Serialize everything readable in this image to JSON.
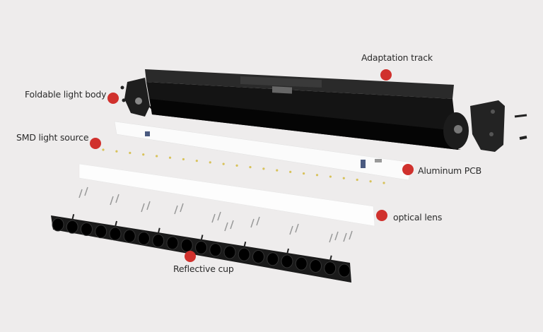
{
  "colors": {
    "background": "#eeecec",
    "marker": "#d0312d",
    "housing": "#151515",
    "pcb": "#fbfbfb",
    "led": "#d8c25a"
  },
  "labels": {
    "adaptation_track": "Adaptation track",
    "foldable_light_body": "Foldable light body",
    "smd_light_source": "SMD light source",
    "aluminum_pcb": "Aluminum PCB",
    "optical_lens": "optical lens",
    "reflective_cup": "Reflective cup"
  }
}
